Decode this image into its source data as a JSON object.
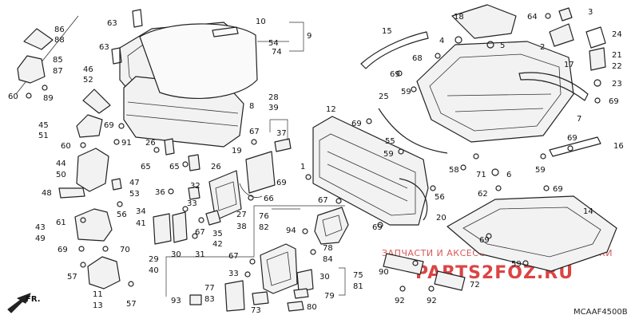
{
  "diagram": {
    "code": "MCAAF4500B",
    "front_label": "FR.",
    "watermark_text": "ЗАПЧАСТИ И АКСЕССУАРЫ ДЛЯ МОТОТЕХНИКИ",
    "watermark_logo": "PARTS2FOZ.RU",
    "labels": {
      "l3": "3",
      "l4": "4",
      "l5": "5",
      "l6": "6",
      "l7": "7",
      "l8": "8",
      "l9": "9",
      "l10": "10",
      "l11": "11",
      "l12": "12",
      "l13": "13",
      "l14": "14",
      "l15": "15",
      "l16": "16",
      "l17": "17",
      "l18": "18",
      "l19": "19",
      "l2": "2",
      "l20": "20",
      "l21": "21",
      "l22": "22",
      "l23": "23",
      "l24": "24",
      "l25": "25",
      "l26a": "26",
      "l26b": "26",
      "l27": "27",
      "l28": "28",
      "l29": "29",
      "l30a": "30",
      "l30b": "30",
      "l31": "31",
      "l32": "32",
      "l33a": "33",
      "l33b": "33",
      "l34": "34",
      "l35": "35",
      "l36": "36",
      "l37": "37",
      "l38": "38",
      "l39": "39",
      "l40": "40",
      "l41": "41",
      "l42": "42",
      "l43": "43",
      "l44": "44",
      "l45": "45",
      "l46": "46",
      "l47": "47",
      "l48": "48",
      "l49": "49",
      "l50": "50",
      "l51": "51",
      "l52": "52",
      "l53": "53",
      "l54": "54",
      "l55": "55",
      "l56a": "56",
      "l56b": "56",
      "l57a": "57",
      "l57b": "57",
      "l58": "58",
      "l59a": "59",
      "l59b": "59",
      "l59c": "59",
      "l60a": "60",
      "l60b": "60",
      "l61": "61",
      "l62": "62",
      "l63a": "63",
      "l63b": "63",
      "l64": "64",
      "l65a": "65",
      "l65b": "65",
      "l66": "66",
      "l67a": "67",
      "l67b": "67",
      "l67c": "67",
      "l67d": "67",
      "l68": "68",
      "l69a": "69",
      "l69b": "69",
      "l69c": "69",
      "l69d": "69",
      "l69e": "69",
      "l69f": "69",
      "l69g": "69",
      "l69h": "69",
      "l69i": "69",
      "l69j": "69",
      "l70": "70",
      "l71": "71",
      "l72": "72",
      "l73": "73",
      "l74": "74",
      "l75": "75",
      "l76": "76",
      "l77": "77",
      "l78": "78",
      "l79": "79",
      "l80": "80",
      "l81": "81",
      "l82": "82",
      "l83": "83",
      "l84": "84",
      "l85": "85",
      "l86": "86",
      "l87": "87",
      "l88": "88",
      "l89": "89",
      "l90": "90",
      "l91": "91",
      "l92a": "92",
      "l92b": "92",
      "l93": "93",
      "l94": "94",
      "l1": "1"
    }
  }
}
